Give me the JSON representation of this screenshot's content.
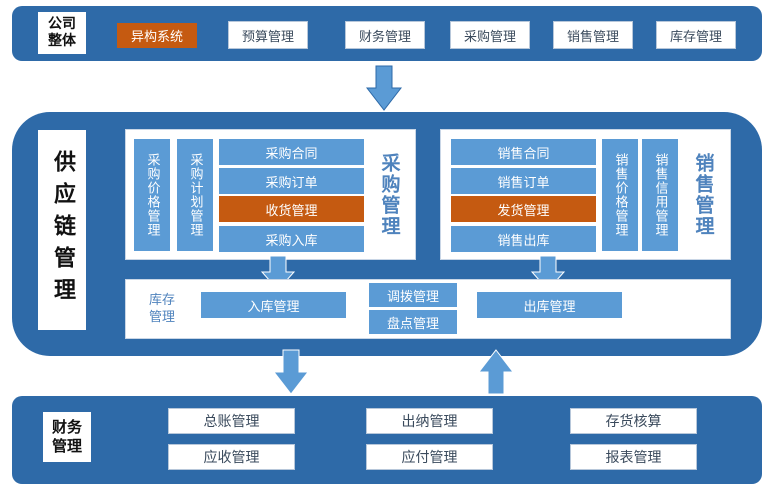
{
  "company": {
    "label": "公司\n整体",
    "label_line1": "公司",
    "label_line2": "整体",
    "items": [
      "异构系统",
      "预算管理",
      "财务管理",
      "采购管理",
      "销售管理",
      "库存管理"
    ],
    "active_item": "异构系统"
  },
  "supply_chain": {
    "title": "供应链管理",
    "purchase": {
      "title": "采购管理",
      "side_columns": [
        "采购价格管理",
        "采购计划管理"
      ],
      "rows": [
        "采购合同",
        "采购订单",
        "收货管理",
        "采购入库"
      ],
      "active_row": "收货管理"
    },
    "sales": {
      "title": "销售管理",
      "side_columns": [
        "销售价格管理",
        "销售信用管理"
      ],
      "rows": [
        "销售合同",
        "销售订单",
        "发货管理",
        "销售出库"
      ],
      "active_row": "发货管理"
    },
    "inventory": {
      "label_line1": "库存",
      "label_line2": "管理",
      "inbound": "入库管理",
      "transfer": "调拨管理",
      "stocktake": "盘点管理",
      "outbound": "出库管理"
    }
  },
  "finance": {
    "label_line1": "财务",
    "label_line2": "管理",
    "items": [
      "总账管理",
      "出纳管理",
      "存货核算",
      "应收管理",
      "应付管理",
      "报表管理"
    ]
  },
  "colors": {
    "band": "#2e6aa8",
    "accent_blue": "#5b9bd5",
    "accent_orange": "#c55a11",
    "title_blue": "#4f83bd"
  },
  "icons": {
    "arrow_down": "arrow-down-icon",
    "arrow_up": "arrow-up-icon"
  }
}
